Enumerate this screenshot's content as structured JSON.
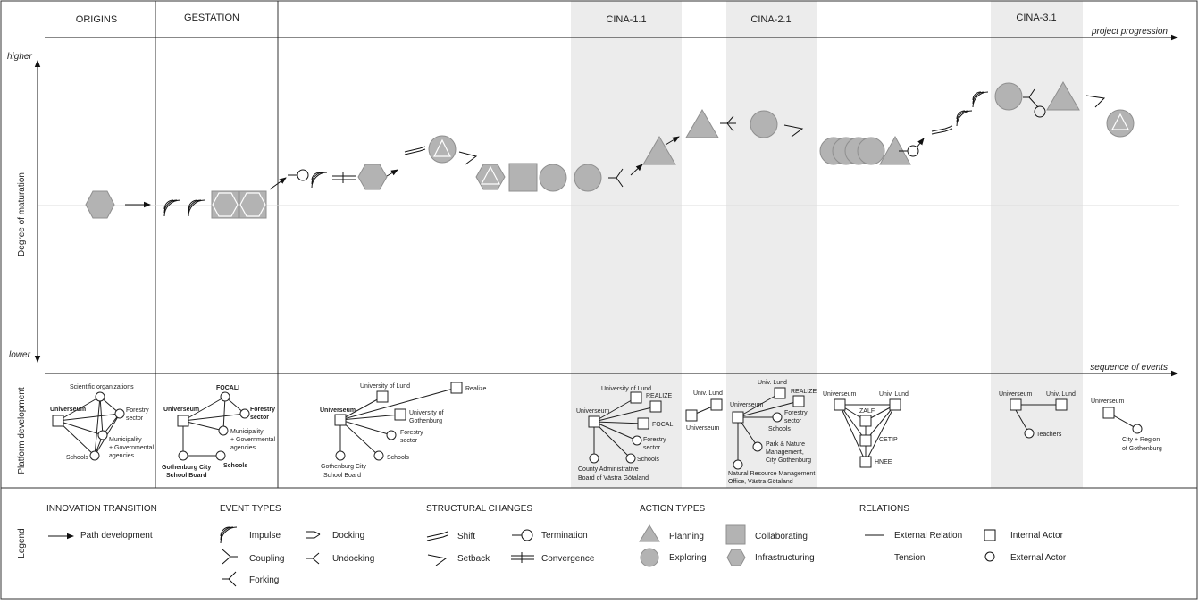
{
  "phases": {
    "origins": "ORIGINS",
    "gestation": "GESTATION",
    "cina11": "CINA-1.1",
    "cina21": "CINA-2.1",
    "cina31": "CINA-3.1"
  },
  "axes": {
    "x_top": "project progression",
    "x_bottom": "sequence of events",
    "y_label": "Degree of maturation",
    "y_high": "higher",
    "y_low": "lower",
    "platform_label": "Platform development",
    "legend_label": "Legend"
  },
  "networks": {
    "n1": {
      "universeum": "Universeum",
      "scientific": "Scientific organizations",
      "forestry1": "Forestry",
      "forestry2": "sector",
      "muni1": "Municipality",
      "muni2": "+ Governmental",
      "muni3": "agencies",
      "schools": "Schools"
    },
    "n2": {
      "focali": "FOCALI",
      "universeum": "Universeum",
      "forestry1": "Forestry",
      "forestry2": "sector",
      "muni1": "Municipality",
      "muni2": "+ Governmental",
      "muni3": "agencies",
      "gcsb1": "Gothenburg City",
      "gcsb2": "School Board",
      "schools": "Schools"
    },
    "n3": {
      "lund": "University of Lund",
      "realize": "Realize",
      "universeum": "Universeum",
      "gothenburg1": "University of",
      "gothenburg2": "Gothenburg",
      "forestry1": "Forestry",
      "forestry2": "sector",
      "gcsb1": "Gothenburg City",
      "gcsb2": "School Board",
      "schools": "Schools"
    },
    "n4": {
      "lund": "University of Lund",
      "realize": "REALIZE",
      "universeum": "Universeum",
      "focali": "FOCALI",
      "forestry1": "Forestry",
      "forestry2": "sector",
      "schools": "Schools",
      "county1": "County Administrative",
      "county2": "Board of Västra Götaland"
    },
    "n5": {
      "lund": "Univ. Lund",
      "universeum": "Universeum"
    },
    "n6": {
      "lund": "Univ. Lund",
      "realize": "REALIZE",
      "universeum": "Universeum",
      "forestry1": "Forestry",
      "forestry2": "sector",
      "schools": "Schools",
      "park1": "Park & Nature",
      "park2": "Management,",
      "park3": "City Gothenburg",
      "nrm1": "Natural Resource Management",
      "nrm2": "Office, Västra Götaland"
    },
    "n7": {
      "universeum": "Universeum",
      "lund": "Univ. Lund",
      "zalf": "ZALF",
      "cetip": "CETIP",
      "hnee": "HNEE"
    },
    "n8": {
      "universeum": "Universeum",
      "lund": "Univ. Lund",
      "teachers": "Teachers"
    },
    "n9": {
      "universeum": "Universeum",
      "city1": "City + Region",
      "city2": "of Gothenburg"
    }
  },
  "legend": {
    "innovation_title": "INNOVATION TRANSITION",
    "path_development": "Path development",
    "event_title": "EVENT TYPES",
    "impulse": "Impulse",
    "coupling": "Coupling",
    "forking": "Forking",
    "docking": "Docking",
    "undocking": "Undocking",
    "structural_title": "STRUCTURAL CHANGES",
    "shift": "Shift",
    "setback": "Setback",
    "termination": "Termination",
    "convergence": "Convergence",
    "action_title": "ACTION TYPES",
    "planning": "Planning",
    "exploring": "Exploring",
    "collaborating": "Collaborating",
    "infrastructuring": "Infrastructuring",
    "relations_title": "RELATIONS",
    "external_relation": "External Relation",
    "tension": "Tension",
    "internal_actor": "Internal Actor",
    "external_actor": "External Actor"
  },
  "colors": {
    "shape_fill": "#b3b3b3",
    "shape_stroke": "#8f8f8f",
    "phase_band": "#ececec",
    "line": "#111111"
  }
}
